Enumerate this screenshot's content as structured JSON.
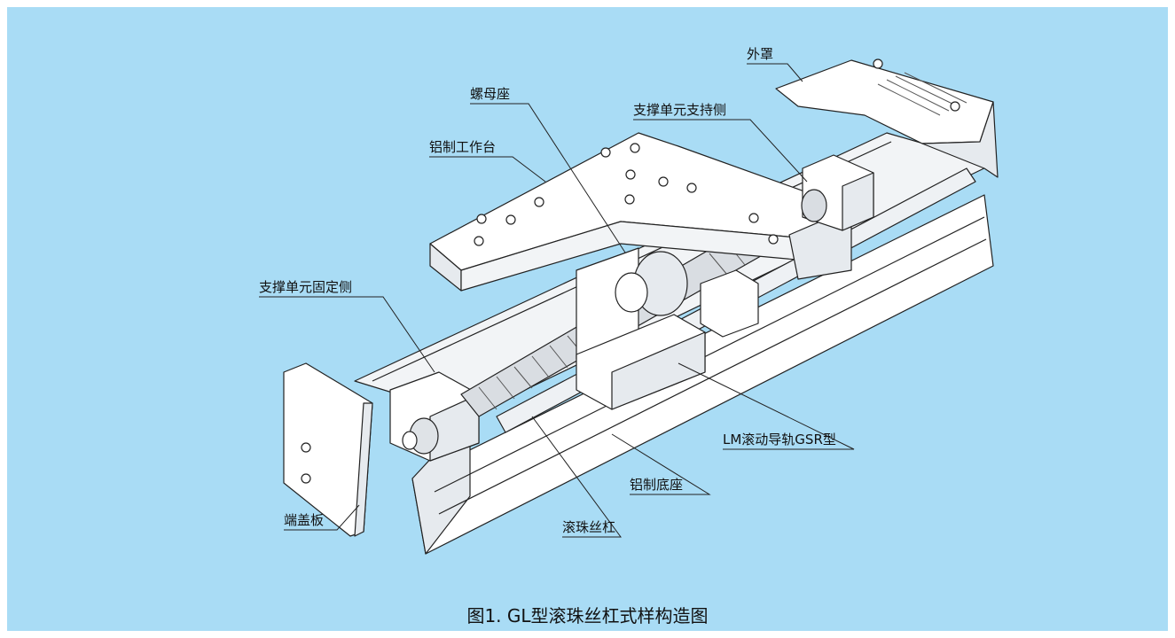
{
  "labels": {
    "cover": "外罩",
    "nut_housing": "螺母座",
    "support_unit_support_side": "支撑单元支持侧",
    "aluminum_table": "铝制工作台",
    "support_unit_fixed_side": "支撑单元固定侧",
    "lm_guide": "LM滚动导轨GSR型",
    "aluminum_base": "铝制底座",
    "end_plate": "端盖板",
    "ball_screw": "滚珠丝杠"
  },
  "caption": "图1. GL型滚珠丝杠式样构造图",
  "colors": {
    "background": "#a9dcf5",
    "metal_fill": "#ffffff",
    "metal_shade": "#e6eaee",
    "line": "#222222"
  }
}
